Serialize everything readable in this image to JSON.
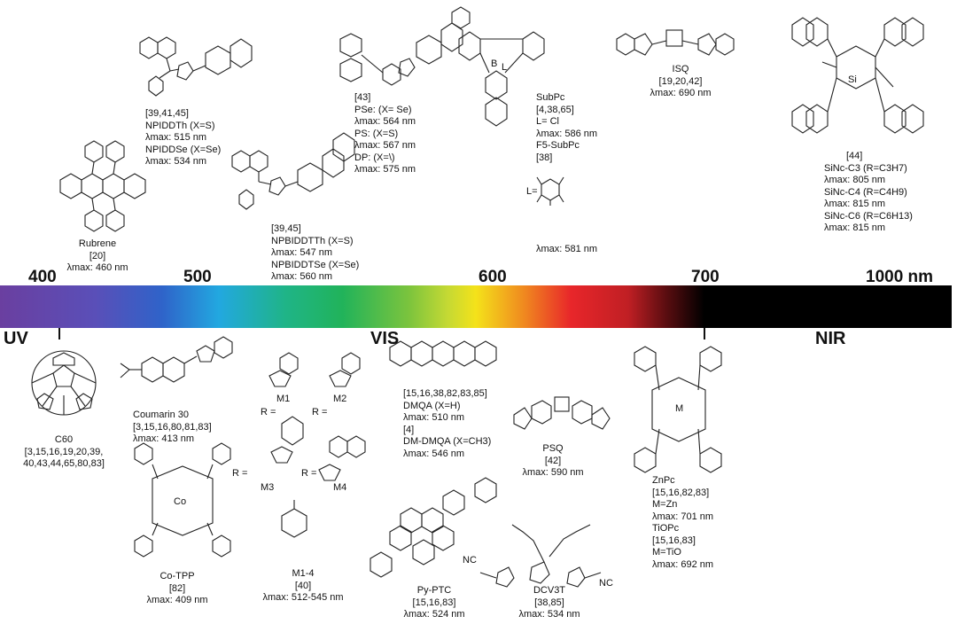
{
  "axis": {
    "ticks": [
      {
        "label": "400",
        "wavelength_nm": 400
      },
      {
        "label": "500",
        "wavelength_nm": 500
      },
      {
        "label": "600",
        "wavelength_nm": 600
      },
      {
        "label": "700",
        "wavelength_nm": 700
      },
      {
        "label": "1000 nm",
        "wavelength_nm": 1000
      }
    ],
    "regions": [
      "UV",
      "VIS",
      "NIR"
    ],
    "colors": [
      "#6a3fa0",
      "#2f63c9",
      "#22a8e0",
      "#21b35a",
      "#a6d13d",
      "#f4e21a",
      "#f08a1f",
      "#e8262a",
      "#8c1418",
      "#000000"
    ]
  },
  "top": {
    "rubrene": {
      "name": "Rubrene",
      "ref": "[20]",
      "lmax": "λmax: 460 nm"
    },
    "npiddth": {
      "lines": [
        "[39,41,45]",
        "NPIDDTh (X=S)",
        "λmax: 515 nm",
        "NPIDDSe (X=Se)",
        "λmax: 534 nm"
      ]
    },
    "npbiddtth": {
      "lines": [
        "[39,45]",
        "NPBIDDTTh (X=S)",
        "λmax: 547 nm",
        "NPBIDDTSe (X=Se)",
        "λmax: 560 nm"
      ]
    },
    "pse": {
      "lines": [
        "[43]",
        "PSe: (X= Se)",
        "λmax: 564 nm",
        "PS: (X=S)",
        "λmax: 567 nm",
        "DP: (X=\\)",
        "λmax: 575 nm"
      ]
    },
    "subpc": {
      "lines": [
        "SubPc",
        "[4,38,65]",
        "L= Cl",
        "λmax: 586 nm",
        "F5-SubPc",
        "[38]"
      ],
      "l_label": "L=",
      "lmax2": "λmax: 581 nm",
      "atom_B": "B",
      "atom_L": "L"
    },
    "isq": {
      "lines": [
        "ISQ",
        "[19,20,42]",
        "λmax: 690 nm"
      ]
    },
    "sinc": {
      "lines": [
        "[44]",
        "SiNc-C3 (R=C3H7)",
        "λmax: 805 nm",
        "SiNc-C4 (R=C4H9)",
        "λmax: 815 nm",
        "SiNc-C6 (R=C6H13)",
        "λmax: 815 nm"
      ],
      "atom_si": "Si"
    }
  },
  "bottom": {
    "c60": {
      "lines": [
        "C60",
        "[3,15,16,19,20,39,",
        "40,43,44,65,80,83]"
      ]
    },
    "coumarin": {
      "lines": [
        "Coumarin 30",
        "[3,15,16,80,81,83]",
        "λmax: 413 nm"
      ]
    },
    "cotpp": {
      "lines": [
        "Co-TPP",
        "[82]",
        "λmax: 409 nm"
      ],
      "atom": "Co"
    },
    "m_series": {
      "m1": "M1",
      "m2": "M2",
      "m3": "M3",
      "m4": "M4",
      "m14": "M1-4",
      "ref": "[40]",
      "lmax": "λmax: 512-545 nm",
      "r": "R ="
    },
    "dmqa": {
      "lines": [
        "[15,16,38,82,83,85]",
        "DMQA (X=H)",
        "λmax: 510 nm",
        "[4]",
        "DM-DMQA (X=CH3)",
        "λmax: 546 nm"
      ]
    },
    "psq": {
      "lines": [
        "PSQ",
        "[42]",
        "λmax: 590 nm"
      ]
    },
    "pyptc": {
      "lines": [
        "Py-PTC",
        "[15,16,83]",
        "λmax: 524 nm"
      ]
    },
    "dcv3t": {
      "lines": [
        "DCV3T",
        "[38,85]",
        "λmax: 534 nm"
      ],
      "cn": "NC"
    },
    "znpc": {
      "lines": [
        "ZnPc",
        "[15,16,82,83]",
        "M=Zn",
        "λmax: 701 nm",
        "TiOPc",
        "[15,16,83]",
        "M=TiO",
        "λmax: 692 nm"
      ],
      "atom": "M"
    }
  }
}
